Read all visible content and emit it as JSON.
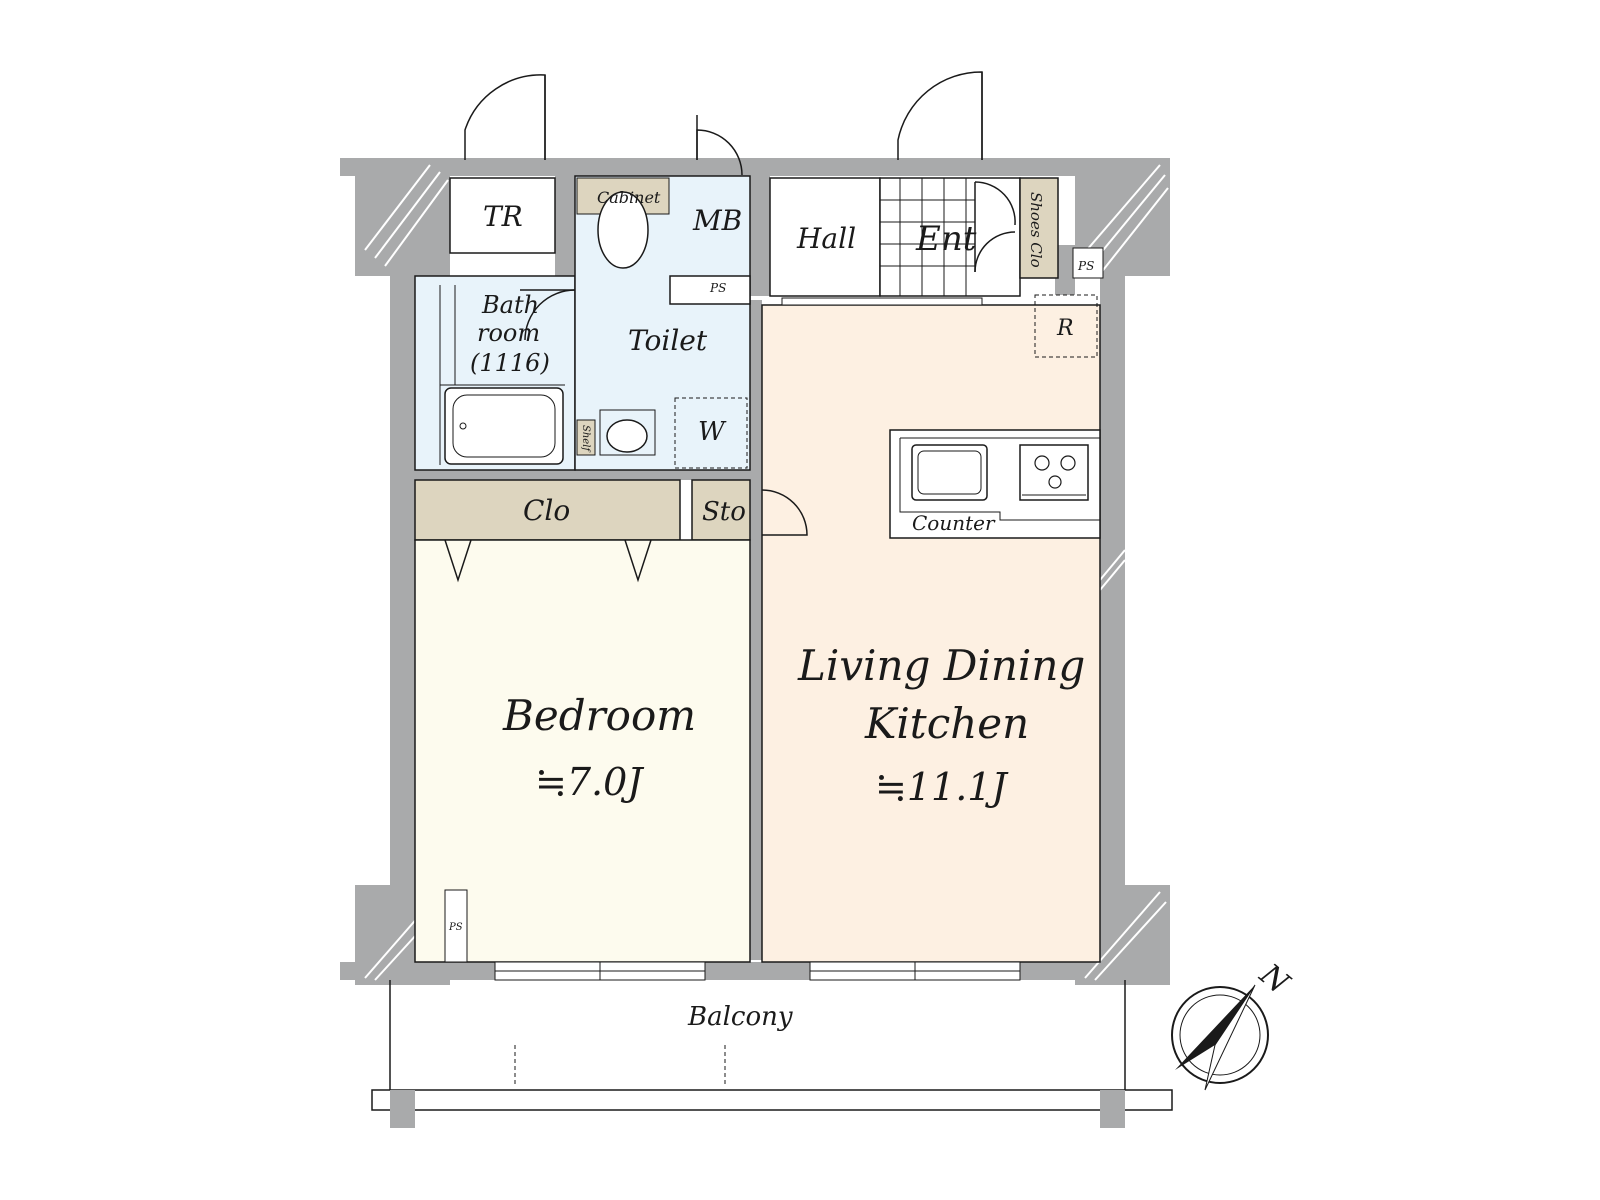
{
  "rooms": {
    "tr": "TR",
    "cabinet": "Cabinet",
    "mb": "MB",
    "hall": "Hall",
    "ent": "Ent",
    "shoes_clo": "Shoes Clo",
    "ps_top_small": "PS",
    "ps_entry": "PS",
    "ps_bedroom": "PS",
    "bath_line1": "Bath",
    "bath_line2": "room",
    "bath_line3": "(1116)",
    "toilet": "Toilet",
    "w": "W",
    "shelf": "Shelf",
    "r": "R",
    "clo": "Clo",
    "sto": "Sto",
    "counter": "Counter",
    "bedroom_name": "Bedroom",
    "bedroom_size": "≒7.0J",
    "ldk_line1": "Living Dining",
    "ldk_line2": "Kitchen",
    "ldk_size": "≒11.1J",
    "balcony": "Balcony",
    "north": "N"
  },
  "colors": {
    "wall": "#a9aaab",
    "bath_toilet": "#e8f3fa",
    "bedroom": "#fdfbee",
    "ldk": "#fdf0e2",
    "closet": "#ddd5bf",
    "entry_floor": "#ffffff"
  }
}
